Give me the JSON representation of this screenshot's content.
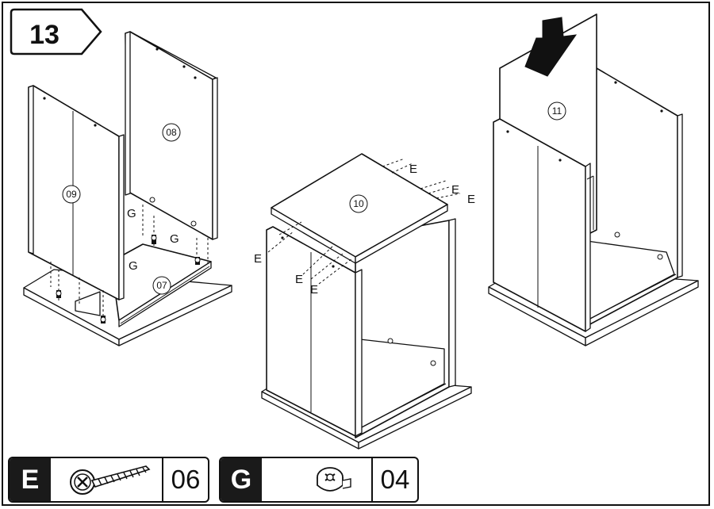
{
  "step": {
    "number": "13"
  },
  "parts": {
    "p07": "07",
    "p08": "08",
    "p09": "09",
    "p10": "10",
    "p11": "11"
  },
  "fitting_markers": {
    "screw": "E",
    "cam": "G"
  },
  "legend": [
    {
      "letter": "E",
      "quantity": "06",
      "icon": "screw-icon"
    },
    {
      "letter": "G",
      "quantity": "04",
      "icon": "cam-lock-icon"
    }
  ],
  "arrow": {
    "icon": "down-arrow-icon"
  }
}
